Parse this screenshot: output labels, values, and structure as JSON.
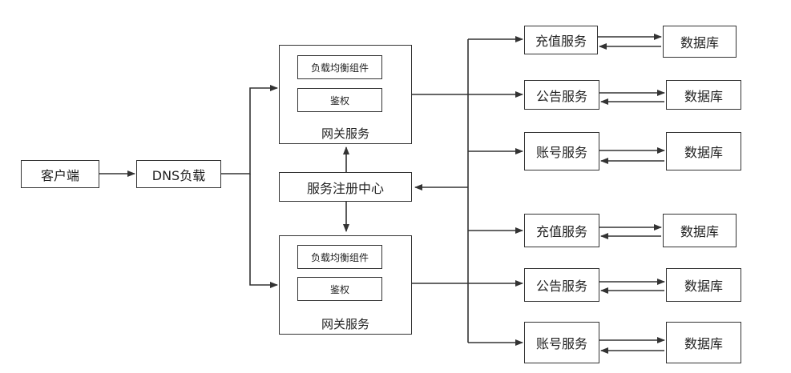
{
  "client": "客户端",
  "dns": "DNS负载",
  "registry": "服务注册中心",
  "gateways": [
    {
      "title": "网关服务",
      "components": [
        "负载均衡组件",
        "鉴权"
      ]
    },
    {
      "title": "网关服务",
      "components": [
        "负载均衡组件",
        "鉴权"
      ]
    }
  ],
  "services": [
    {
      "name": "充值服务",
      "db": "数据库"
    },
    {
      "name": "公告服务",
      "db": "数据库"
    },
    {
      "name": "账号服务",
      "db": "数据库"
    },
    {
      "name": "充值服务",
      "db": "数据库"
    },
    {
      "name": "公告服务",
      "db": "数据库"
    },
    {
      "name": "账号服务",
      "db": "数据库"
    }
  ]
}
